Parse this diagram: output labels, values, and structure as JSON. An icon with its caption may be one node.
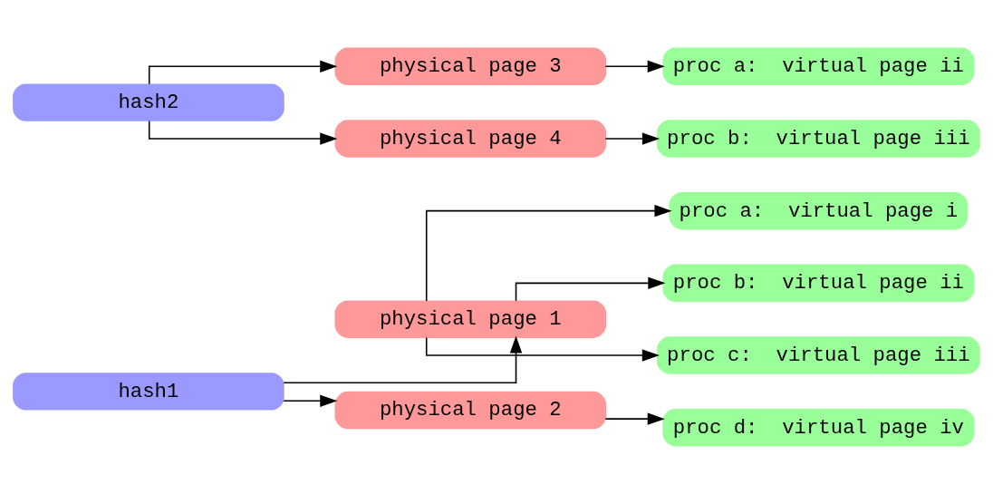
{
  "diagram": {
    "nodes": [
      {
        "text": [
          "hash1"
        ]
      },
      {
        "text": [
          "physical page 1"
        ]
      },
      {
        "text": [
          "proc a:  virtual page i"
        ]
      },
      {
        "text": [
          "proc b:  virtual page ii"
        ]
      },
      {
        "text": [
          "proc c:  virtual page iii"
        ]
      },
      {
        "text": [
          "physical page 2"
        ]
      },
      {
        "text": [
          "proc d:  virtual page iv"
        ]
      },
      {
        "text": [
          "hash2"
        ]
      },
      {
        "text": [
          "physical page 3"
        ]
      },
      {
        "text": [
          "proc a:  virtual page ii"
        ]
      },
      {
        "text": [
          "physical page 4"
        ]
      },
      {
        "text": [
          "proc b:  virtual page iii"
        ]
      }
    ],
    "edges": [
      {
        "from": 0,
        "to": 1,
        "arrow": "to"
      },
      {
        "from": 1,
        "to": 2,
        "arrow": "to"
      },
      {
        "from": 1,
        "to": 3,
        "arrow": "to"
      },
      {
        "from": 1,
        "to": 4,
        "arrow": "to"
      },
      {
        "from": 0,
        "to": 5,
        "arrow": "to"
      },
      {
        "from": 5,
        "to": 6,
        "arrow": "to"
      },
      {
        "from": 7,
        "to": 8,
        "arrow": "to"
      },
      {
        "from": 8,
        "to": 9,
        "arrow": "to"
      },
      {
        "from": 7,
        "to": 10,
        "arrow": "to"
      },
      {
        "from": 10,
        "to": 11,
        "arrow": "to"
      }
    ]
  }
}
